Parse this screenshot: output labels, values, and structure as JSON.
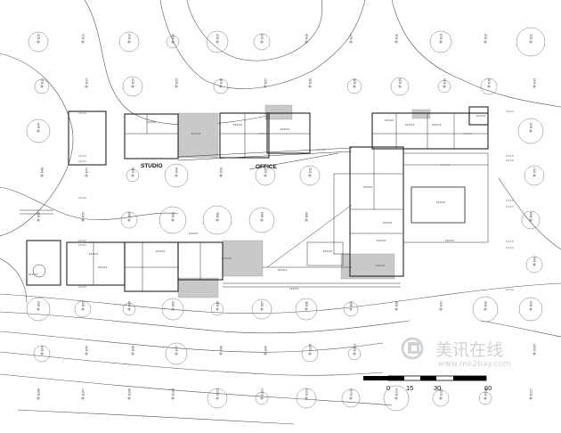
{
  "labels": {
    "studio": "STUDIO",
    "office": "OFFICE"
  },
  "scale_bar": {
    "ticks": [
      "0",
      "15",
      "30",
      "60"
    ]
  },
  "watermark": {
    "brand": "美讯在线",
    "url": "www.me2bay.com"
  }
}
